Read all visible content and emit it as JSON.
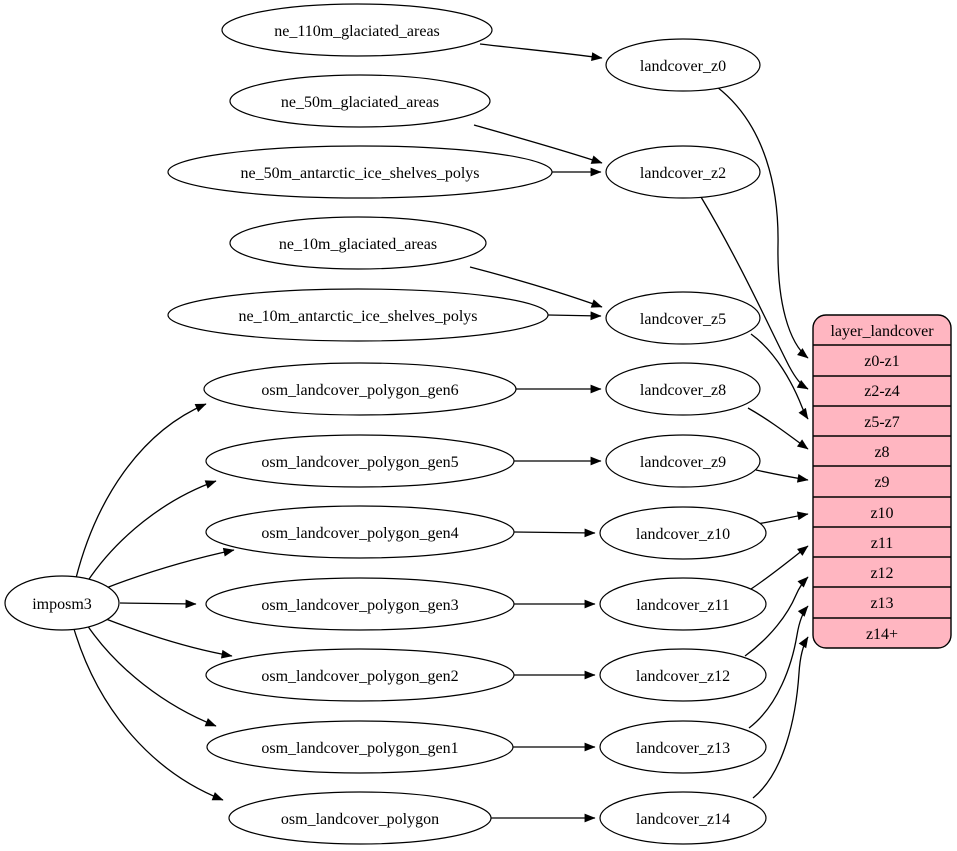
{
  "colors": {
    "background": "#ffffff",
    "node_fill": "#ffffff",
    "edge_stroke": "#000000",
    "record_fill": "#ffb6c1"
  },
  "nodes": {
    "importer": "imposm3",
    "sources": [
      "ne_110m_glaciated_areas",
      "ne_50m_glaciated_areas",
      "ne_50m_antarctic_ice_shelves_polys",
      "ne_10m_glaciated_areas",
      "ne_10m_antarctic_ice_shelves_polys",
      "osm_landcover_polygon_gen6",
      "osm_landcover_polygon_gen5",
      "osm_landcover_polygon_gen4",
      "osm_landcover_polygon_gen3",
      "osm_landcover_polygon_gen2",
      "osm_landcover_polygon_gen1",
      "osm_landcover_polygon"
    ],
    "intermediates": [
      "landcover_z0",
      "landcover_z2",
      "landcover_z5",
      "landcover_z8",
      "landcover_z9",
      "landcover_z10",
      "landcover_z11",
      "landcover_z12",
      "landcover_z13",
      "landcover_z14"
    ]
  },
  "table": {
    "title": "layer_landcover",
    "rows": [
      "z0-z1",
      "z2-z4",
      "z5-z7",
      "z8",
      "z9",
      "z10",
      "z11",
      "z12",
      "z13",
      "z14+"
    ]
  },
  "edges": [
    [
      "ne_110m_glaciated_areas",
      "landcover_z0"
    ],
    [
      "ne_50m_glaciated_areas",
      "landcover_z2"
    ],
    [
      "ne_50m_antarctic_ice_shelves_polys",
      "landcover_z2"
    ],
    [
      "ne_10m_glaciated_areas",
      "landcover_z5"
    ],
    [
      "ne_10m_antarctic_ice_shelves_polys",
      "landcover_z5"
    ],
    [
      "osm_landcover_polygon_gen6",
      "landcover_z8"
    ],
    [
      "osm_landcover_polygon_gen5",
      "landcover_z9"
    ],
    [
      "osm_landcover_polygon_gen4",
      "landcover_z10"
    ],
    [
      "osm_landcover_polygon_gen3",
      "landcover_z11"
    ],
    [
      "osm_landcover_polygon_gen2",
      "landcover_z12"
    ],
    [
      "osm_landcover_polygon_gen1",
      "landcover_z13"
    ],
    [
      "osm_landcover_polygon",
      "landcover_z14"
    ],
    [
      "imposm3",
      "osm_landcover_polygon_gen6"
    ],
    [
      "imposm3",
      "osm_landcover_polygon_gen5"
    ],
    [
      "imposm3",
      "osm_landcover_polygon_gen4"
    ],
    [
      "imposm3",
      "osm_landcover_polygon_gen3"
    ],
    [
      "imposm3",
      "osm_landcover_polygon_gen2"
    ],
    [
      "imposm3",
      "osm_landcover_polygon_gen1"
    ],
    [
      "imposm3",
      "osm_landcover_polygon"
    ],
    [
      "landcover_z0",
      "layer_landcover.z0-z1"
    ],
    [
      "landcover_z2",
      "layer_landcover.z2-z4"
    ],
    [
      "landcover_z5",
      "layer_landcover.z5-z7"
    ],
    [
      "landcover_z8",
      "layer_landcover.z8"
    ],
    [
      "landcover_z9",
      "layer_landcover.z9"
    ],
    [
      "landcover_z10",
      "layer_landcover.z10"
    ],
    [
      "landcover_z11",
      "layer_landcover.z11"
    ],
    [
      "landcover_z12",
      "layer_landcover.z12"
    ],
    [
      "landcover_z13",
      "layer_landcover.z13"
    ],
    [
      "landcover_z14",
      "layer_landcover.z14+"
    ]
  ]
}
